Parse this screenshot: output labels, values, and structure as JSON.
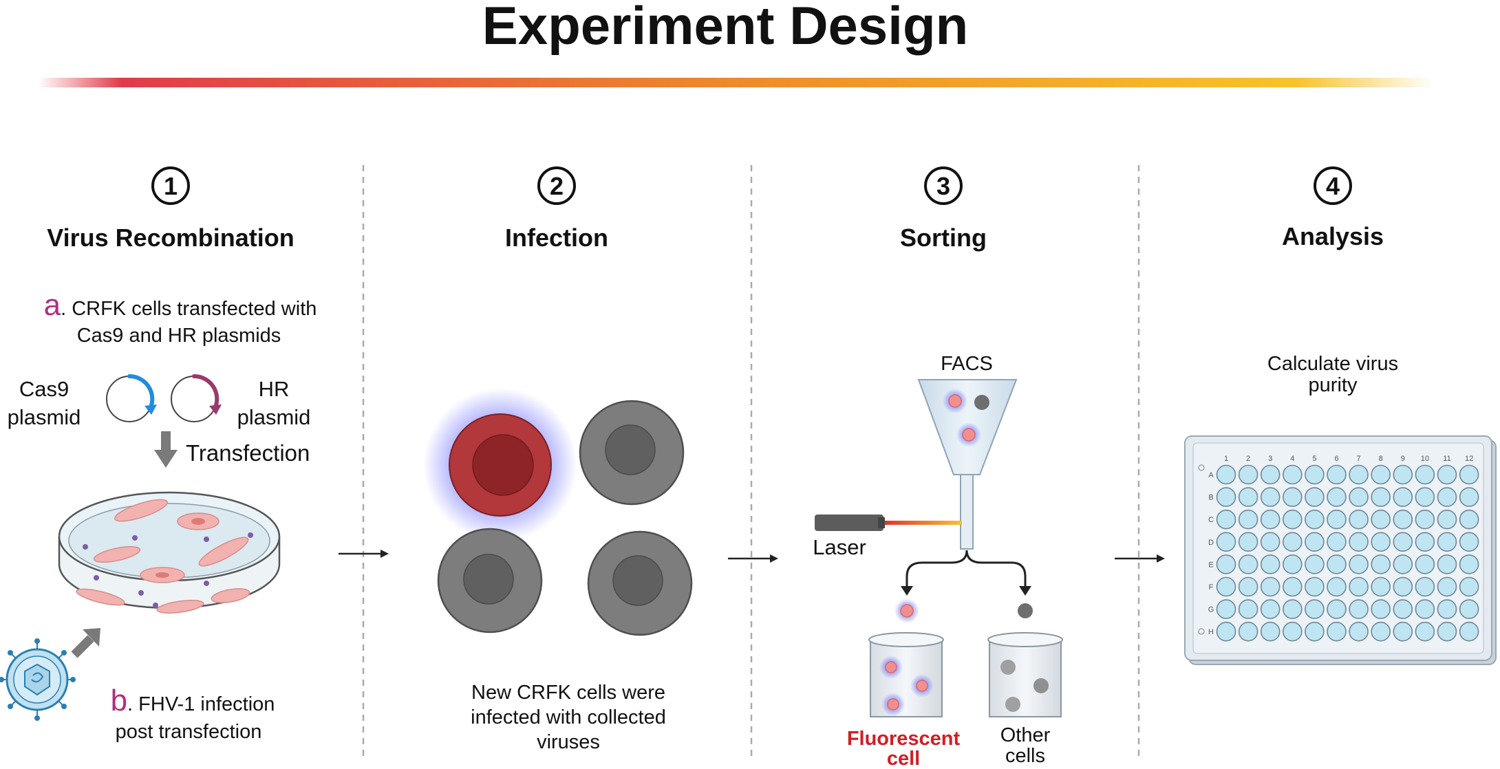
{
  "title": "Experiment Design",
  "colors": {
    "gradient_start": "#e23b4a",
    "gradient_mid": "#ef8a2a",
    "gradient_end": "#f7c32a",
    "accent_magenta": "#b0307f",
    "accent_teal": "#149a8a",
    "fluorescent_red": "#d21e22",
    "well_blue": "#bfe4f2"
  },
  "steps": [
    {
      "number": "1",
      "title": "Virus Recombination"
    },
    {
      "number": "2",
      "title": "Infection"
    },
    {
      "number": "3",
      "title": "Sorting"
    },
    {
      "number": "4",
      "title": "Analysis"
    }
  ],
  "step1": {
    "a_letter": "a",
    "a_line1": ". CRFK cells transfected with",
    "a_line2": "Cas9 and HR plasmids",
    "cas9_line1": "Cas9",
    "cas9_line2": "plasmid",
    "hr_line1": "HR",
    "hr_line2": "plasmid",
    "transfection": "Transfection",
    "b_letter": "b",
    "b_line1": ". FHV-1 infection",
    "b_line2": "post transfection"
  },
  "step2": {
    "caption_line1": "New CRFK cells were",
    "caption_line2": "infected with collected",
    "caption_line3": "viruses"
  },
  "step3": {
    "facs": "FACS",
    "laser": "Laser",
    "fluor_line1": "Fluorescent",
    "fluor_line2": "cell",
    "other_line1": "Other",
    "other_line2": "cells"
  },
  "step4": {
    "caption_line1": "Calculate virus",
    "caption_line2": "purity",
    "plate_columns": [
      "1",
      "2",
      "3",
      "4",
      "5",
      "6",
      "7",
      "8",
      "9",
      "10",
      "11",
      "12"
    ],
    "plate_rows": [
      "A",
      "B",
      "C",
      "D",
      "E",
      "F",
      "G",
      "H"
    ]
  }
}
